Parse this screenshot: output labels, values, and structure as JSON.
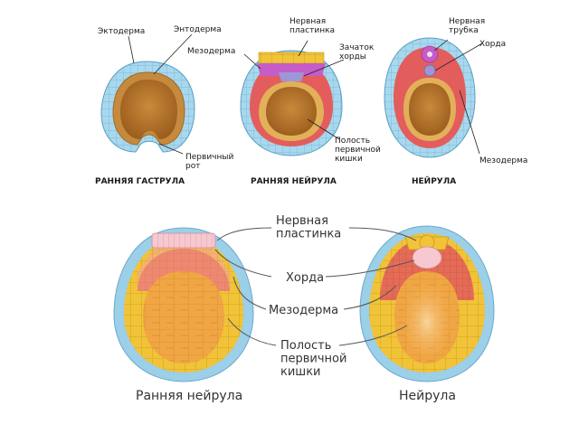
{
  "colors": {
    "ectoderm": "#a8d8ee",
    "ectoderm_cell": "#7db9d6",
    "yolk": "#b8742c",
    "yolk_dark": "#8f5418",
    "yolk_light": "#e3b05a",
    "mesoderm": "#e35d5d",
    "neural": "#c65cc7",
    "chorda": "#9c98d8",
    "mesoderm_light": "#f2a59a",
    "plate": "#f6c8cf",
    "yellow": "#f1c338",
    "blue_outer": "#9ccfe8"
  },
  "top_panel": {
    "labels": {
      "ectoderm": "Эктодерма",
      "endoderm": "Энтодерма",
      "primary_mouth": "Первичный\nрот",
      "mesoderm": "Мезодерма",
      "neural_plate": "Нервная\nпластинка",
      "chorda_rudiment": "Зачаток\nхорды",
      "gut_cavity": "Полость\nпервичной\nкишки",
      "neural_tube": "Нервная\nтрубка",
      "chorda": "Хорда",
      "mesoderm_right": "Мезодерма"
    },
    "captions": {
      "early_gastrula": "РАННЯЯ ГАСТРУЛА",
      "early_neurula": "РАННЯЯ НЕЙРУЛА",
      "neurula": "НЕЙРУЛА"
    }
  },
  "bottom_panel": {
    "labels": {
      "neural_plate": "Нервная\nпластинка",
      "chorda": "Хорда",
      "mesoderm": "Мезодерма",
      "gut_cavity": "Полость\nпервичной\nкишки"
    },
    "captions": {
      "early_neurula": "Ранняя нейрула",
      "neurula": "Нейрула"
    }
  }
}
